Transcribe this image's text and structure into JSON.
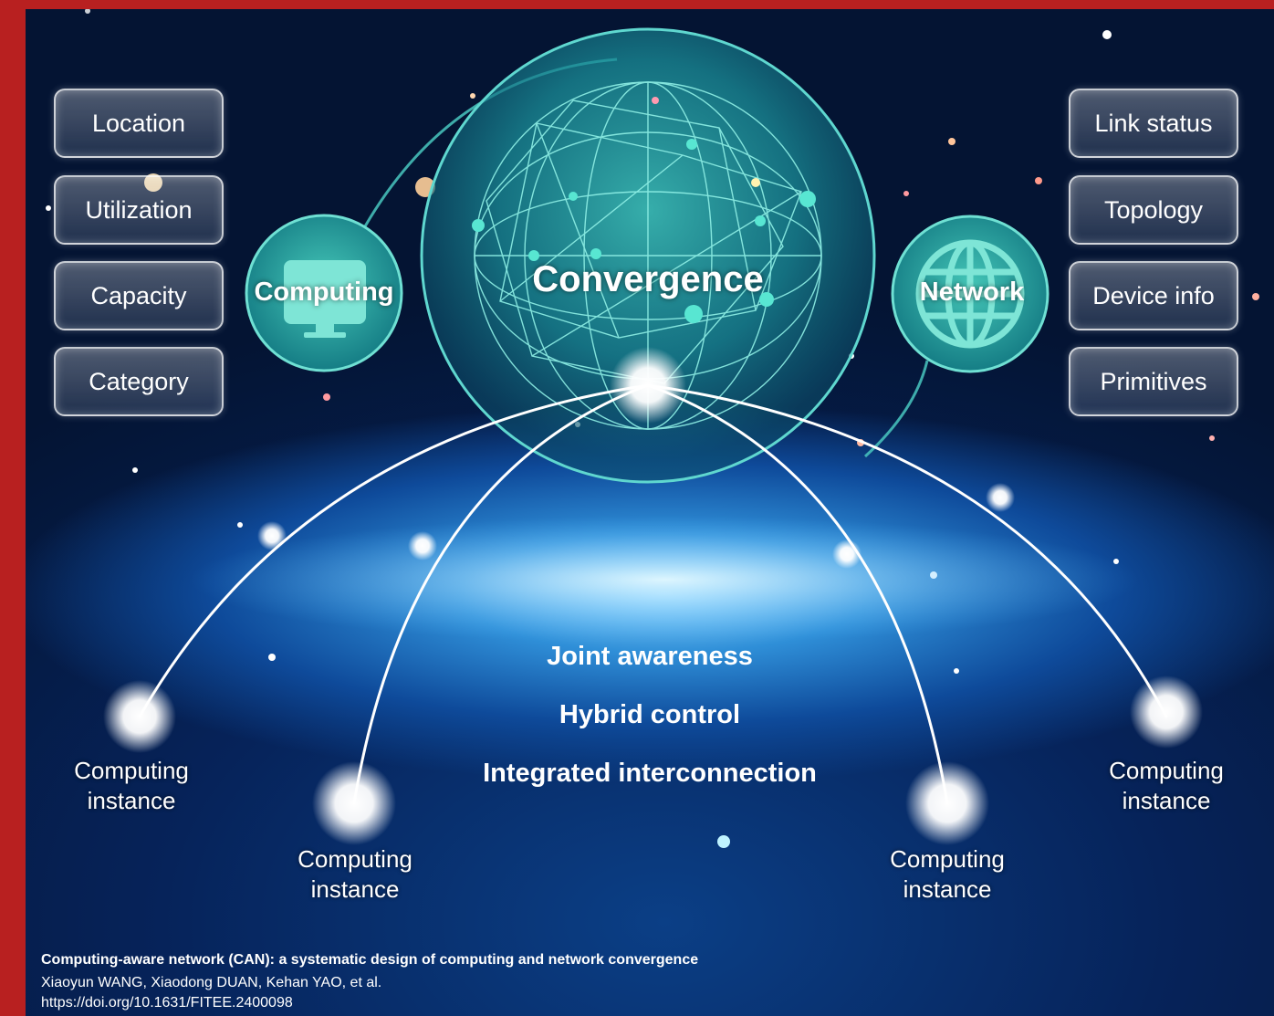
{
  "left_attributes": [
    "Location",
    "Utilization",
    "Capacity",
    "Category"
  ],
  "right_attributes": [
    "Link status",
    "Topology",
    "Device info",
    "Primitives"
  ],
  "hubs": {
    "computing": "Computing",
    "convergence": "Convergence",
    "network": "Network"
  },
  "features": [
    "Joint awareness",
    "Hybrid control",
    "Integrated interconnection"
  ],
  "instances": [
    "Computing instance",
    "Computing instance",
    "Computing instance",
    "Computing instance"
  ],
  "caption": {
    "title": "Computing-aware network (CAN): a systematic design of computing and network convergence",
    "authors": "Xiaoyun WANG, Xiaodong DUAN, Kehan YAO, et al.",
    "doi": "https://doi.org/10.1631/FITEE.2400098"
  },
  "colors": {
    "frame": "#b82020",
    "hub_teal": "#2fb5a8",
    "text": "#ffffff"
  },
  "icons": {
    "computing": "monitor-icon",
    "network": "globe-icon"
  }
}
